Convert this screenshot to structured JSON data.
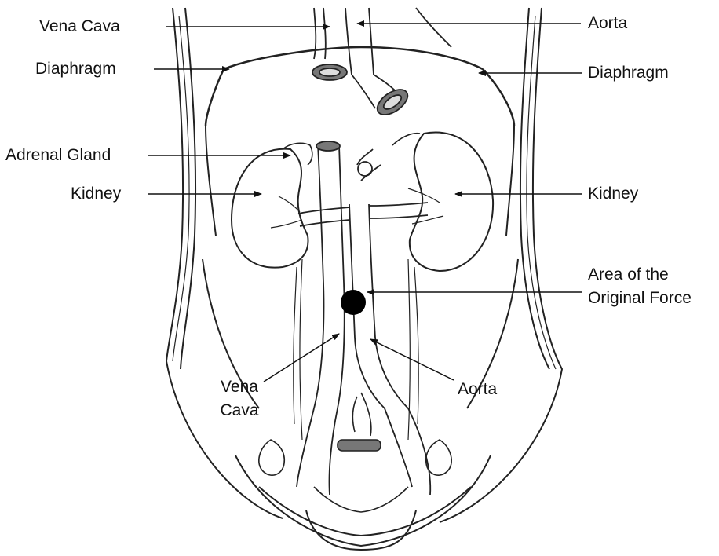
{
  "labels": {
    "vena_cava_top": "Vena Cava",
    "aorta_top": "Aorta",
    "diaphragm_left": "Diaphragm",
    "diaphragm_right": "Diaphragm",
    "adrenal_gland": "Adrenal Gland",
    "kidney_left": "Kidney",
    "kidney_right": "Kidney",
    "area_original_force_line1": "Area of the",
    "area_original_force_line2": "Original Force",
    "vena_cava_bottom_line1": "Vena",
    "vena_cava_bottom_line2": "Cava",
    "aorta_bottom": "Aorta"
  },
  "colors": {
    "ink": "#111111",
    "background": "#ffffff",
    "marker": "#000000"
  }
}
